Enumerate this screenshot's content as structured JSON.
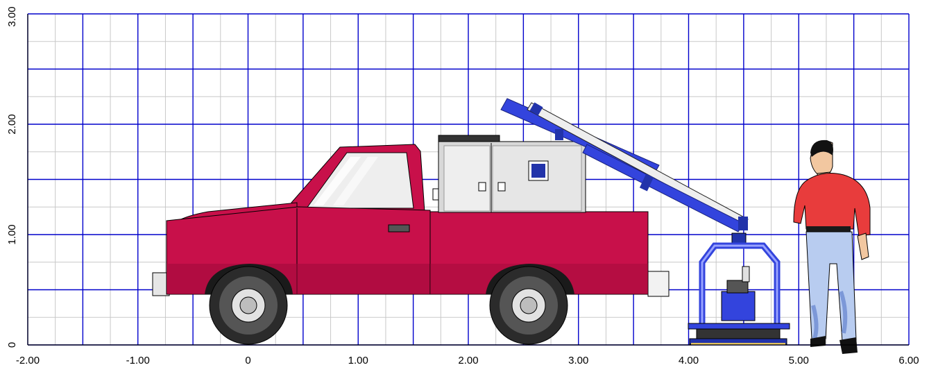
{
  "chart_data": {
    "type": "diagram",
    "x_axis": {
      "range": [
        -2.0,
        6.0
      ],
      "ticks": [
        -2.0,
        -1.0,
        0,
        1.0,
        2.0,
        3.0,
        4.0,
        5.0,
        6.0
      ],
      "tick_labels": [
        "-2.00",
        "-1.00",
        "0",
        "1.00",
        "2.00",
        "3.00",
        "4.00",
        "5.00",
        "6.00"
      ]
    },
    "y_axis": {
      "range": [
        0,
        3.0
      ],
      "ticks": [
        0,
        1.0,
        2.0,
        3.0
      ],
      "tick_labels": [
        "0",
        "1.00",
        "2.00",
        "3.00"
      ]
    },
    "grid": {
      "major_step": 0.5,
      "minor_step": 0.25,
      "major_color": "#0000cc",
      "minor_color": "#c8c8c8"
    },
    "objects": [
      {
        "name": "pickup-truck",
        "color": "#c8104a"
      },
      {
        "name": "utility-box",
        "color": "#d8d8d8"
      },
      {
        "name": "hydraulic-boom",
        "color": "#3344dd"
      },
      {
        "name": "core-drill-frame",
        "color": "#3344dd"
      },
      {
        "name": "standing-man",
        "color": "#e83c3c"
      }
    ]
  }
}
